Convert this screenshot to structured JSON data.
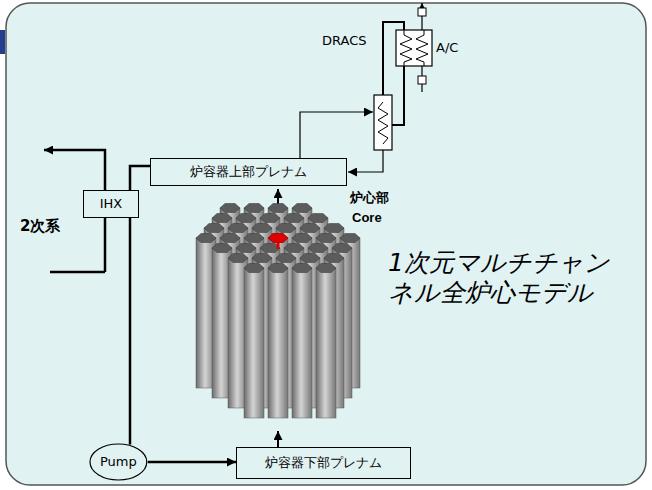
{
  "diagram": {
    "nodes": [
      {
        "text": [
          "炉容器上部プレナム"
        ]
      },
      {
        "text": [
          "IHX"
        ]
      },
      {
        "text": [
          "Pump"
        ]
      },
      {
        "text": [
          "炉容器下部プレナム"
        ]
      }
    ],
    "edges": [
      {
        "from": 0,
        "to": 1,
        "arrow": "none"
      },
      {
        "from": 1,
        "to": 2,
        "arrow": "none"
      },
      {
        "from": 2,
        "to": 3,
        "arrow": "to"
      }
    ],
    "labels": [
      "DRACS",
      "A/C",
      "炉心部",
      "Core",
      "1次元マルチチャンネル全炉心モデル",
      "2次系"
    ]
  }
}
